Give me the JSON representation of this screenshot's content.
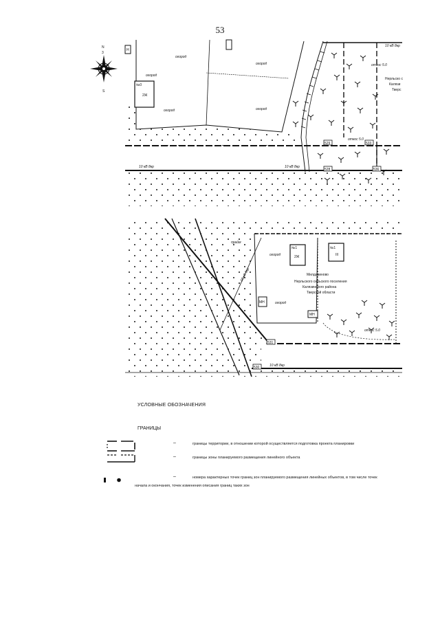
{
  "page": {
    "number": "53"
  },
  "map": {
    "north_letters": [
      "N",
      "3",
      "S"
    ],
    "labels": {
      "ogorod": "огород",
      "house_2zh": "2Ж",
      "house_no": "№0",
      "house_n1": "№1",
      "building_n": "Н",
      "building_mn": "МН",
      "building_iii": "III",
      "line_10kv": "10 кВ 8кр",
      "line_10kv_vert": "10 кВ 8кр",
      "otkos_50": "откос 5.0",
      "praim": "прайм",
      "tver_obl": "Тверс",
      "nerl_sp": "Нерльско с",
      "kalyaz": "Калязи",
      "village_name": "Милдавиново",
      "village_desc1": "Нерльского сельского поселения",
      "village_desc2": "Калязинского района",
      "village_desc3": "Тверской области"
    },
    "points": [
      "528",
      "529",
      "530",
      "531",
      "533",
      "536"
    ]
  },
  "legend": {
    "title": "УСЛОВНЫЕ ОБОЗНАЧЕНИЯ",
    "subtitle": "ГРАНИЦЫ",
    "items": [
      {
        "dash": "–",
        "text": "границы территории, в отношении которой осуществляется подготовка проекта планировки"
      },
      {
        "dash": "–",
        "text": "границы зоны планируемого размещения линейного объекта"
      },
      {
        "dash": "–",
        "text": "номера характерных точек границ зон планируемого размещения линейных объектов, в том числе точек"
      },
      {
        "dash": "",
        "text": "начала и окончания, точек изменения описания границ таких зон"
      }
    ]
  }
}
